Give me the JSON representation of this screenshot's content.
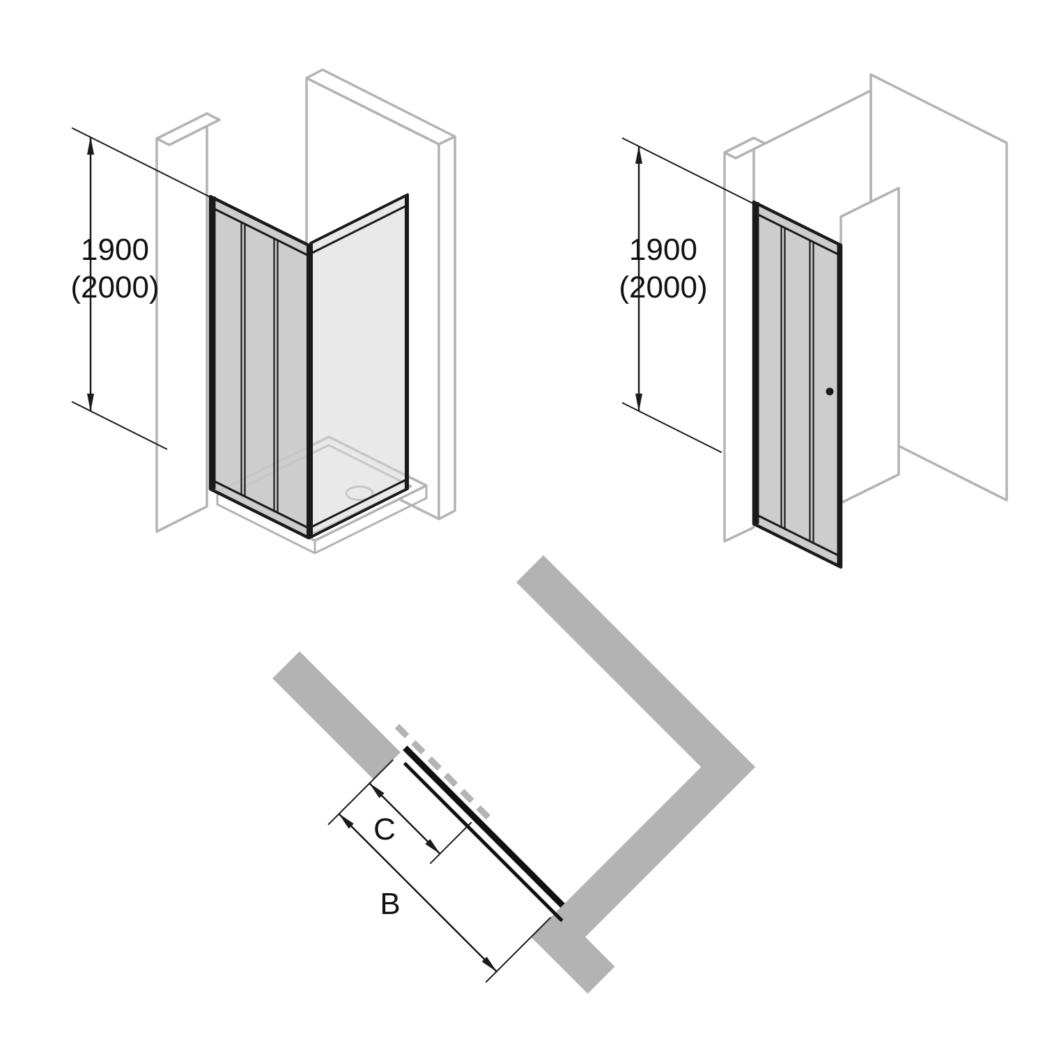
{
  "views": {
    "corner_entry": {
      "dimension_primary": "1900",
      "dimension_alt": "(2000)"
    },
    "recess": {
      "dimension_primary": "1900",
      "dimension_alt": "(2000)"
    },
    "plan": {
      "label_entry_width": "C",
      "label_overall_width": "B"
    }
  },
  "colors": {
    "wall_gray": "#b3b3b3",
    "line_black": "#1a1a1a",
    "glass_gray": "#c9c9c9"
  }
}
